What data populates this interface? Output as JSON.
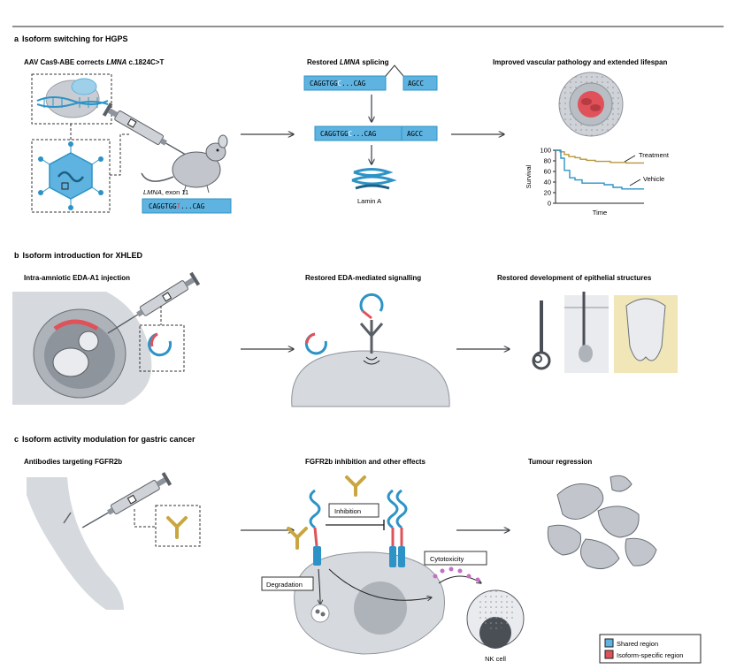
{
  "sections": {
    "a": {
      "letter": "a",
      "title": "Isoform switching for HGPS",
      "panel1_title_prefix": "AAV Cas9-ABE corrects ",
      "panel1_title_gene": "LMNA",
      "panel1_title_suffix": " c.1824C>T",
      "panel2_title_prefix": "Restored ",
      "panel2_title_gene": "LMNA",
      "panel2_title_suffix": " splicing",
      "panel3_title": "Improved vascular pathology and extended lifespan",
      "exon_label_gene": "LMNA",
      "exon_label_rest": ", exon 11",
      "seq_mutant_pre": "CAGGTGG",
      "seq_mutant_mut": "T",
      "seq_mutant_post": "...CAG",
      "seq_a_pre": "CAGGTGG",
      "seq_a_mut": "C",
      "seq_a_post": "...CAG",
      "seq_b": "AGCC",
      "lamin_label": "Lamin A"
    },
    "b": {
      "letter": "b",
      "title": "Isoform introduction for XHLED",
      "panel1_title": "Intra-amniotic EDA-A1 injection",
      "panel2_title": "Restored EDA-mediated signalling",
      "panel3_title": "Restored development of epithelial structures"
    },
    "c": {
      "letter": "c",
      "title": "Isoform activity modulation for gastric cancer",
      "panel1_title": "Antibodies targeting FGFR2b",
      "panel2_title": "FGFR2b inhibition and other effects",
      "panel3_title": "Tumour regression",
      "inhibition_label": "Inhibition",
      "cytotoxicity_label": "Cytotoxicity",
      "degradation_label": "Degradation",
      "nk_label": "NK cell"
    }
  },
  "chart_data": {
    "type": "line",
    "xlabel": "Time",
    "ylabel": "Survival",
    "ylim": [
      0,
      100
    ],
    "yticks": [
      "100",
      "80",
      "60",
      "40",
      "20",
      "0"
    ],
    "series": [
      {
        "name": "Treatment",
        "color": "#b8963a",
        "points": [
          [
            0,
            100
          ],
          [
            5,
            97
          ],
          [
            10,
            92
          ],
          [
            15,
            88
          ],
          [
            22,
            86
          ],
          [
            28,
            83
          ],
          [
            35,
            81
          ],
          [
            45,
            79
          ],
          [
            55,
            79
          ],
          [
            62,
            77
          ],
          [
            70,
            77
          ],
          [
            80,
            76
          ],
          [
            100,
            76
          ]
        ]
      },
      {
        "name": "Vehicle",
        "color": "#2d93c6",
        "points": [
          [
            0,
            100
          ],
          [
            6,
            85
          ],
          [
            10,
            62
          ],
          [
            16,
            48
          ],
          [
            22,
            44
          ],
          [
            30,
            38
          ],
          [
            45,
            38
          ],
          [
            55,
            35
          ],
          [
            65,
            30
          ],
          [
            75,
            27
          ],
          [
            100,
            27
          ]
        ]
      }
    ]
  },
  "legend": {
    "items": [
      {
        "label": "Shared region",
        "color": "#5fb3e0"
      },
      {
        "label": "Isoform-specific region",
        "color": "#e0525a"
      }
    ]
  },
  "colors": {
    "accent_blue": "#2d93c6",
    "light_blue": "#5fb3e0",
    "isoform_red": "#e0525a",
    "antibody_gold": "#c9a640",
    "cell_grey": "#d6d9de",
    "dark_grey": "#4a4e55"
  }
}
